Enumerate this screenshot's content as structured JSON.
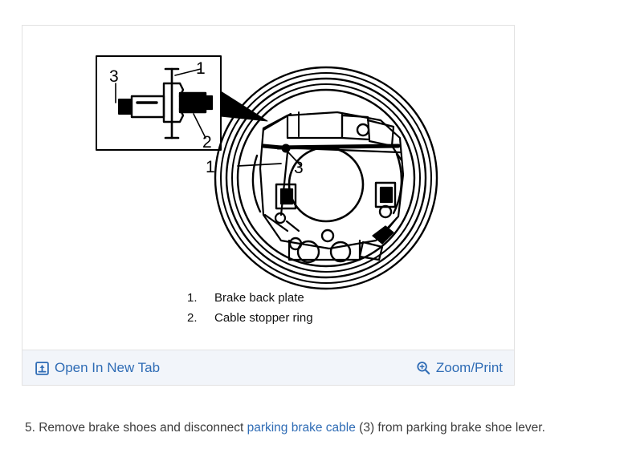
{
  "figure": {
    "alt_title": "Rear drum brake assembly with cable stopper ring detail",
    "callouts": {
      "inset_1": "1",
      "inset_2": "2",
      "inset_3": "3",
      "drum_1": "1",
      "drum_3": "3"
    },
    "legend": [
      {
        "num": "1.",
        "text": "Brake back plate"
      },
      {
        "num": "2.",
        "text": "Cable stopper ring"
      }
    ],
    "toolbar": {
      "open_in_new_tab_label": "Open In New Tab",
      "open_in_new_tab_icon": "open-in-new-tab-icon",
      "zoom_print_label": "Zoom/Print",
      "zoom_print_icon": "magnifier-plus-icon",
      "link_color": "#2f6cb5",
      "background": "#f2f5fa"
    }
  },
  "caption": {
    "prefix": "5. Remove brake shoes and disconnect ",
    "link_text": "parking brake cable",
    "suffix": " (3) from parking brake shoe lever.",
    "link_color": "#2f6cb5",
    "text_color": "#3c3c3c"
  }
}
